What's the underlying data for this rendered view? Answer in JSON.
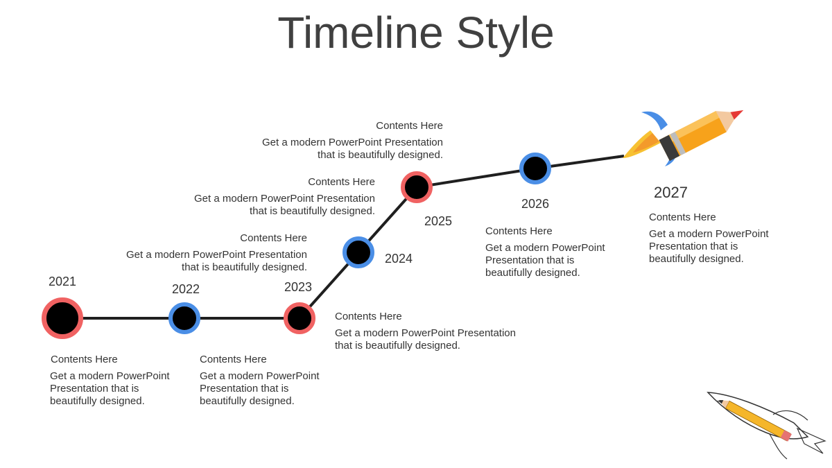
{
  "title": "Timeline Style",
  "milestones": [
    {
      "year": "2021",
      "heading": "Contents Here",
      "line1": "Get a modern PowerPoint",
      "line2": "Presentation that is",
      "line3": "beautifully designed.",
      "color": "#f06262"
    },
    {
      "year": "2022",
      "heading": "Contents Here",
      "line1": "Get a modern PowerPoint",
      "line2": "Presentation that is",
      "line3": "beautifully designed.",
      "color": "#4a8ee6"
    },
    {
      "year": "2023",
      "heading": "Contents Here",
      "line1": "Get a modern PowerPoint  Presentation",
      "line2": "that is beautifully designed.",
      "color": "#f06262"
    },
    {
      "year": "2024",
      "heading": "Contents Here",
      "line1": "Get a modern PowerPoint  Presentation",
      "line2": "that is beautifully designed.",
      "color": "#4a8ee6"
    },
    {
      "year": "2025",
      "heading": "Contents Here",
      "line1": "Get a modern PowerPoint  Presentation",
      "line2": "that is beautifully designed.",
      "color": "#f06262"
    },
    {
      "year": "2026",
      "heading": "Contents Here",
      "line1": "Get a modern PowerPoint",
      "line2": "Presentation that is",
      "line3": "beautifully designed.",
      "color": "#4a8ee6"
    },
    {
      "year": "2027",
      "heading": "Contents Here",
      "line1": "Get a modern PowerPoint",
      "line2": "Presentation that is",
      "line3": "beautifully designed."
    }
  ],
  "extra_block": {
    "heading": "Contents Here",
    "line1": "Get a modern PowerPoint  Presentation",
    "line2": "that is beautifully designed."
  },
  "icons": {
    "rocket": "pencil-rocket-icon",
    "sketch": "sketch-pencil-rocket-icon"
  }
}
